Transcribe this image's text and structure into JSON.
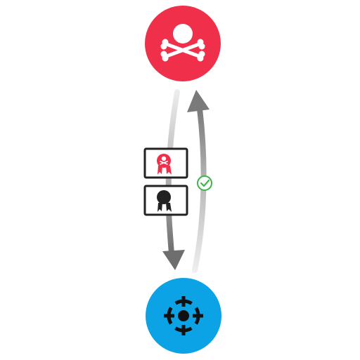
{
  "diagram": {
    "nodes": [
      {
        "id": "attacker",
        "icon": "skull-crossbones-icon",
        "color": "#f0304a"
      },
      {
        "id": "target",
        "icon": "crosshair-target-icon",
        "color": "#0ba3e6"
      }
    ],
    "edges": [
      {
        "from": "attacker",
        "to": "target",
        "color": "#6e6e6e"
      },
      {
        "from": "target",
        "to": "attacker",
        "color": "#7a7a7a"
      }
    ],
    "certificates": [
      {
        "icon": "certificate-icon",
        "seal": "skull-seal-icon",
        "color": "#f0304a"
      },
      {
        "icon": "certificate-icon",
        "seal": "plain-seal-icon",
        "color": "#222222"
      }
    ],
    "status": {
      "icon": "check-circle-icon",
      "color": "#3bb54a"
    }
  }
}
